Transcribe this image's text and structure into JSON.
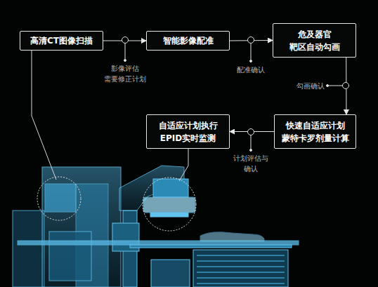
{
  "diagram": {
    "nodes": [
      {
        "text": [
          "高清CT图像扫描"
        ]
      },
      {
        "text": [
          "智能影像配准"
        ]
      },
      {
        "text": [
          "危及器官 靶区自动勾画"
        ]
      },
      {
        "text": [
          "快速自适应计划 蒙特卡罗剂量计算"
        ]
      },
      {
        "text": [
          "自适应计划执行 EPID实时监测"
        ]
      }
    ],
    "edges": [
      {
        "from": 0,
        "to": 1,
        "label": "影像评估 需要修正计划",
        "arrow": "to"
      },
      {
        "from": 1,
        "to": 2,
        "label": "配准确认",
        "arrow": "to"
      },
      {
        "from": 2,
        "to": 3,
        "label": "勾画确认",
        "arrow": "to"
      },
      {
        "from": 3,
        "to": 4,
        "label": "计划评估与 确认",
        "arrow": "to"
      }
    ]
  }
}
